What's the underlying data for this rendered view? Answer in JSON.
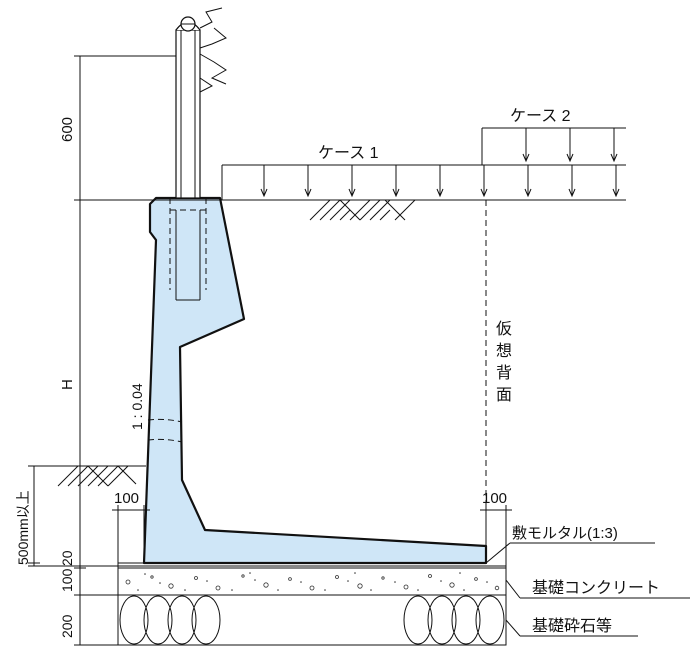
{
  "dims": {
    "d600": "600",
    "dH": "H",
    "d500": "500mm以上",
    "d20": "20",
    "d100": "100",
    "d200": "200",
    "left100": "100",
    "right100": "100",
    "slope": "1 : 0.04"
  },
  "loads": {
    "case1": "ケース 1",
    "case2": "ケース 2"
  },
  "labels": {
    "virtual_back": [
      "仮",
      "想",
      "背",
      "面"
    ],
    "mortar": "敷モルタル(1:3)",
    "foundation_concrete": "基礎コンクリート",
    "foundation_gravel": "基礎砕石等"
  },
  "colors": {
    "wall_fill": "#cfe6f7",
    "line": "#111111"
  }
}
